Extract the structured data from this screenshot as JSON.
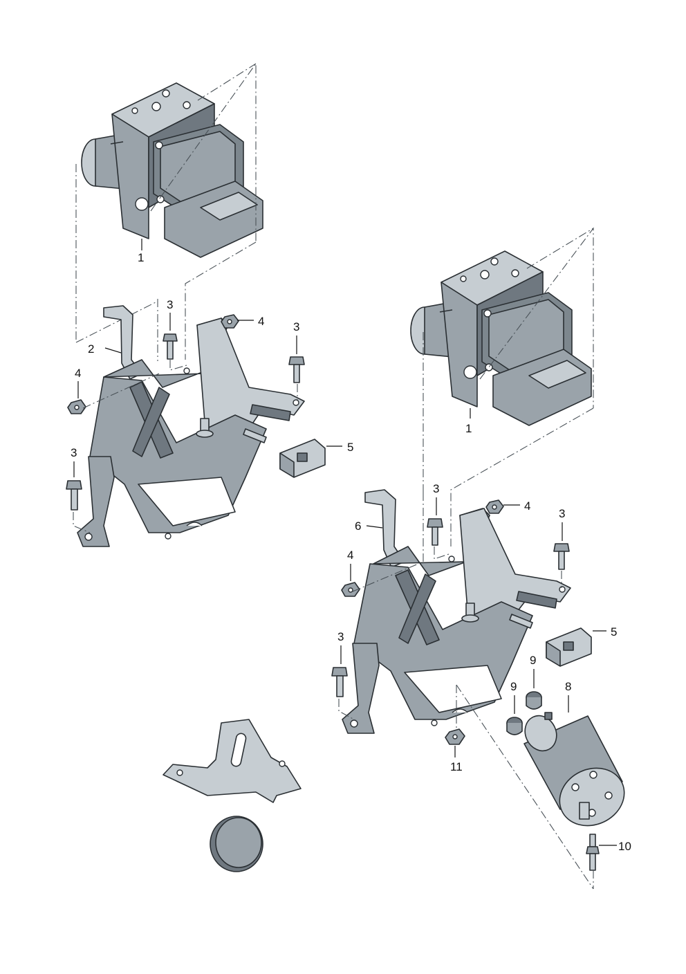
{
  "callouts": {
    "c1a": "1",
    "c1b": "1",
    "c2": "2",
    "c3a": "3",
    "c3b": "3",
    "c3c": "3",
    "c3d": "3",
    "c3e": "3",
    "c3f": "3",
    "c4a": "4",
    "c4b": "4",
    "c4c": "4",
    "c4d": "4",
    "c5a": "5",
    "c5b": "5",
    "c6": "6",
    "c8": "8",
    "c9a": "9",
    "c9b": "9",
    "c10": "10",
    "c11": "11"
  },
  "colors": {
    "part_fill": "#9aa3aa",
    "part_light": "#c6cdd2",
    "part_dark": "#6f7880",
    "outline": "#2a2f33"
  }
}
